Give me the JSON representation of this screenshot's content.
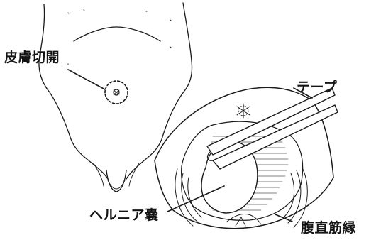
{
  "labels": {
    "skin_incision": "皮膚切開",
    "tape": "テープ",
    "hernia_sac": "ヘルニア嚢",
    "rectus_edge": "腹直筋縁"
  },
  "colors": {
    "ink": "#141414",
    "paper": "#ffffff",
    "hatch": "#555555"
  }
}
